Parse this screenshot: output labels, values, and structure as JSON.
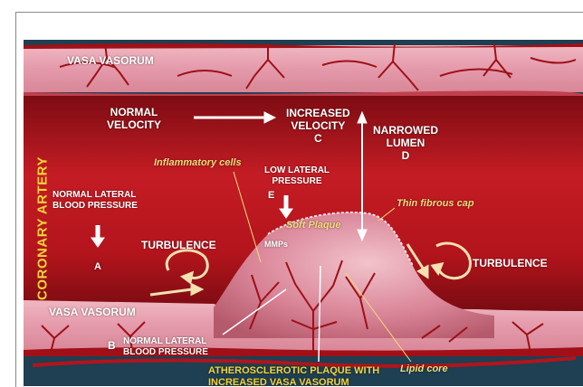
{
  "side_label": "CORONARY ARTERY",
  "labels": {
    "vasa_top": "VASA VASORUM",
    "vasa_bottom": "VASA VASORUM",
    "normal_velocity": [
      "NORMAL",
      "VELOCITY"
    ],
    "increased_velocity": [
      "INCREASED",
      "VELOCITY",
      "C"
    ],
    "narrowed_lumen": [
      "NARROWED",
      "LUMEN",
      "D"
    ],
    "inflammatory_cells": "Inflammatory cells",
    "low_lateral_pressure": [
      "LOW LATERAL",
      "PRESSURE"
    ],
    "e": "E",
    "normal_lateral_bp": [
      "NORMAL LATERAL",
      "BLOOD PRESSURE"
    ],
    "a": "A",
    "turbulence_left": "TURBULENCE",
    "turbulence_right": "TURBULENCE",
    "thin_fibrous_cap": "Thin fibrous cap",
    "soft_plaque": "Soft Plaque",
    "mmps": "MMPs",
    "b": "B",
    "normal_lateral_bp_bottom": [
      "NORMAL LATERAL",
      "BLOOD PRESSURE"
    ],
    "atherosclerotic": [
      "ATHEROSCLEROTIC PLAQUE WITH",
      "INCREASED VASA VASORUM"
    ],
    "lipid_core": "Lipid core"
  },
  "colors": {
    "background": "#1f3f52",
    "wall": "#e8a6b4",
    "lumen": "#b8141e",
    "plaque": "#d9849a",
    "vessels": "#9e1018",
    "accent_yellow": "#f3d43a"
  }
}
